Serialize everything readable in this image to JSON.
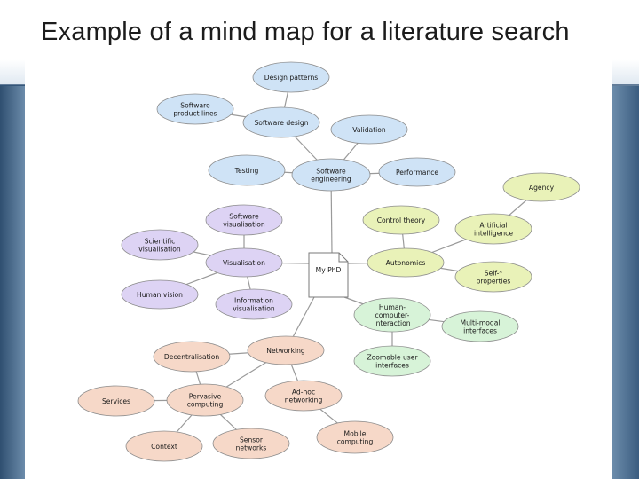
{
  "title": "Example of a mind map for a literature search",
  "center": {
    "label": "My PhD"
  },
  "colors": {
    "blue": "#cfe3f6",
    "purple": "#ddd3f4",
    "yellow": "#e9f2b8",
    "green": "#d7f3d8",
    "orange": "#f6d8c8",
    "stroke": "#8c8c8c"
  },
  "branches": [
    {
      "name": "software-engineering",
      "color": "blue",
      "nodes": [
        {
          "id": "design-patterns",
          "lines": [
            "Design patterns"
          ]
        },
        {
          "id": "software-product-lines",
          "lines": [
            "Software",
            "product lines"
          ]
        },
        {
          "id": "software-design",
          "lines": [
            "Software design"
          ]
        },
        {
          "id": "validation",
          "lines": [
            "Validation"
          ]
        },
        {
          "id": "testing",
          "lines": [
            "Testing"
          ]
        },
        {
          "id": "software-engineering",
          "lines": [
            "Software",
            "engineering"
          ]
        },
        {
          "id": "performance",
          "lines": [
            "Performance"
          ]
        }
      ]
    },
    {
      "name": "visualisation",
      "color": "purple",
      "nodes": [
        {
          "id": "software-visualisation",
          "lines": [
            "Software",
            "visualisation"
          ]
        },
        {
          "id": "scientific-visualisation",
          "lines": [
            "Scientific",
            "visualisation"
          ]
        },
        {
          "id": "visualisation",
          "lines": [
            "Visualisation"
          ]
        },
        {
          "id": "human-vision",
          "lines": [
            "Human vision"
          ]
        },
        {
          "id": "information-visualisation",
          "lines": [
            "Information",
            "visualisation"
          ]
        }
      ]
    },
    {
      "name": "autonomics",
      "color": "yellow",
      "nodes": [
        {
          "id": "agency",
          "lines": [
            "Agency"
          ]
        },
        {
          "id": "control-theory",
          "lines": [
            "Control theory"
          ]
        },
        {
          "id": "artificial-intelligence",
          "lines": [
            "Artificial",
            "intelligence"
          ]
        },
        {
          "id": "autonomics",
          "lines": [
            "Autonomics"
          ]
        },
        {
          "id": "self-properties",
          "lines": [
            "Self-*",
            "properties"
          ]
        }
      ]
    },
    {
      "name": "hci",
      "color": "green",
      "nodes": [
        {
          "id": "human-computer-interaction",
          "lines": [
            "Human-",
            "computer-",
            "interaction"
          ]
        },
        {
          "id": "multi-modal-interfaces",
          "lines": [
            "Multi-modal",
            "interfaces"
          ]
        },
        {
          "id": "zoomable-user-interfaces",
          "lines": [
            "Zoomable user",
            "interfaces"
          ]
        }
      ]
    },
    {
      "name": "networking",
      "color": "orange",
      "nodes": [
        {
          "id": "decentralisation",
          "lines": [
            "Decentralisation"
          ]
        },
        {
          "id": "networking",
          "lines": [
            "Networking"
          ]
        },
        {
          "id": "services",
          "lines": [
            "Services"
          ]
        },
        {
          "id": "pervasive-computing",
          "lines": [
            "Pervasive",
            "computing"
          ]
        },
        {
          "id": "ad-hoc-networking",
          "lines": [
            "Ad-hoc",
            "networking"
          ]
        },
        {
          "id": "context",
          "lines": [
            "Context"
          ]
        },
        {
          "id": "sensor-networks",
          "lines": [
            "Sensor",
            "networks"
          ]
        },
        {
          "id": "mobile-computing",
          "lines": [
            "Mobile",
            "computing"
          ]
        }
      ]
    }
  ]
}
